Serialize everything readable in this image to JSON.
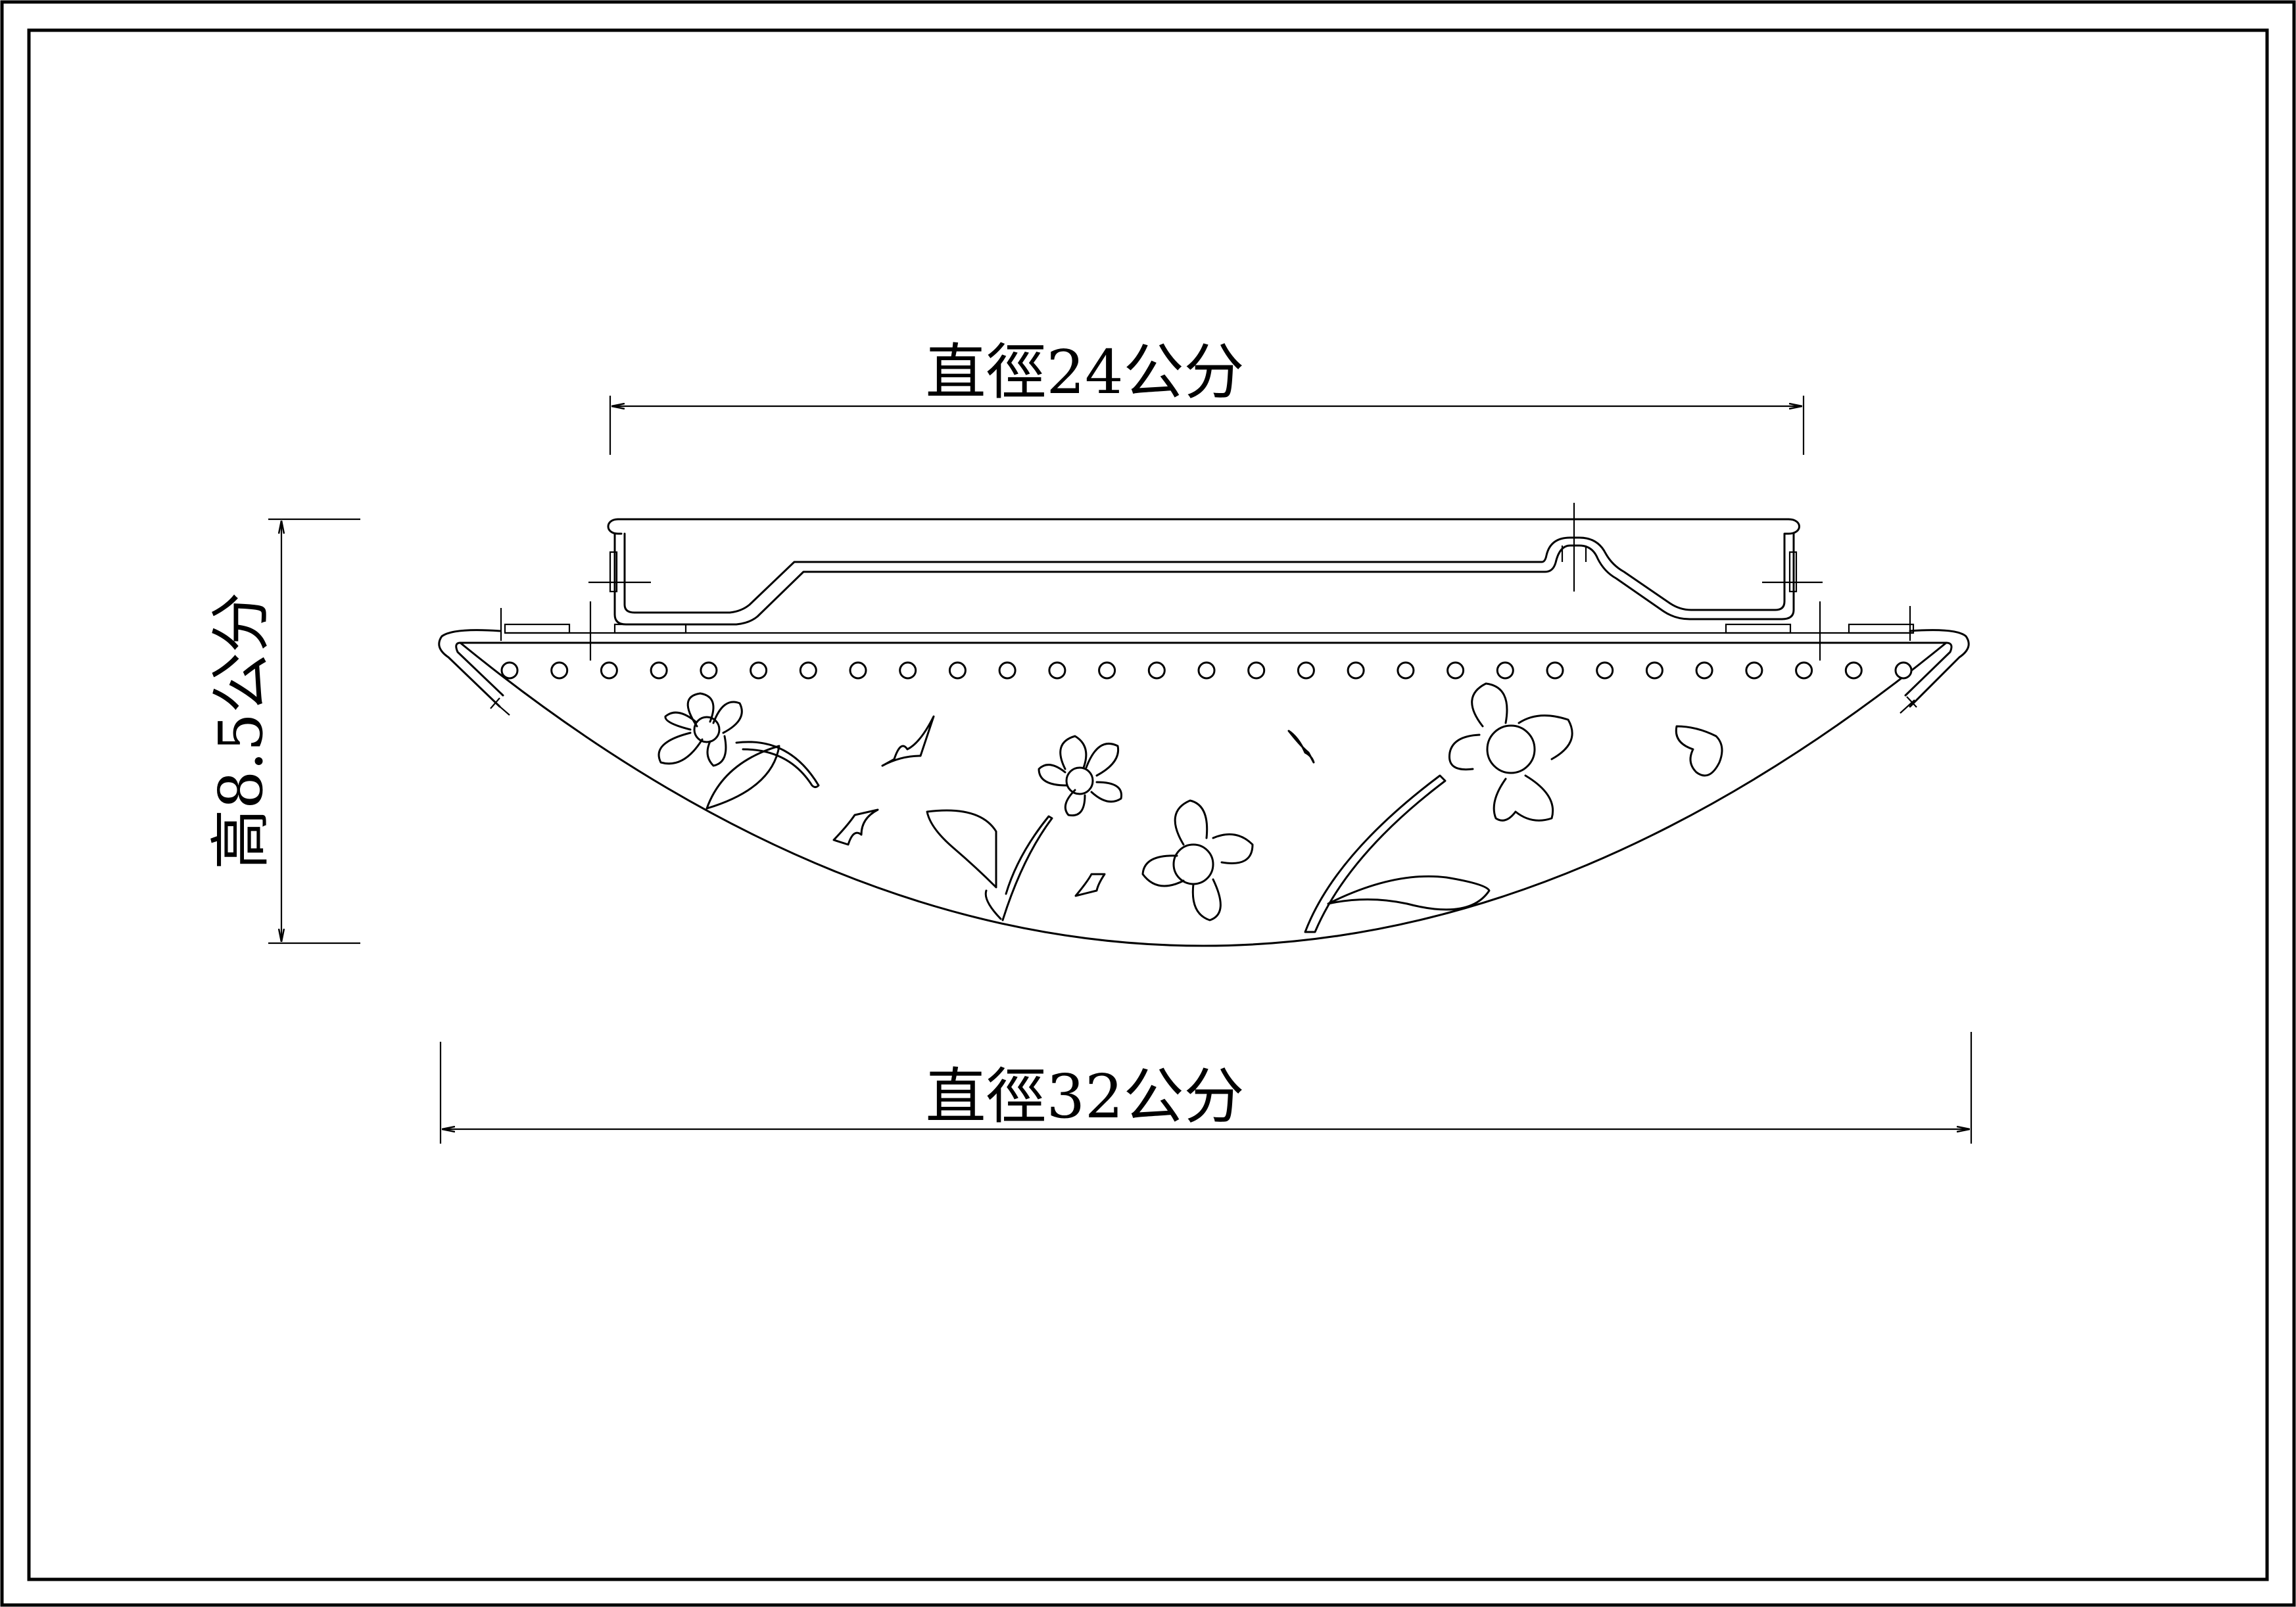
{
  "dimensions": {
    "top_width_label": "直徑24公分",
    "bottom_width_label": "直徑32公分",
    "height_label": "高8.5公分"
  },
  "drawing": {
    "vent_hole_count": 29
  }
}
